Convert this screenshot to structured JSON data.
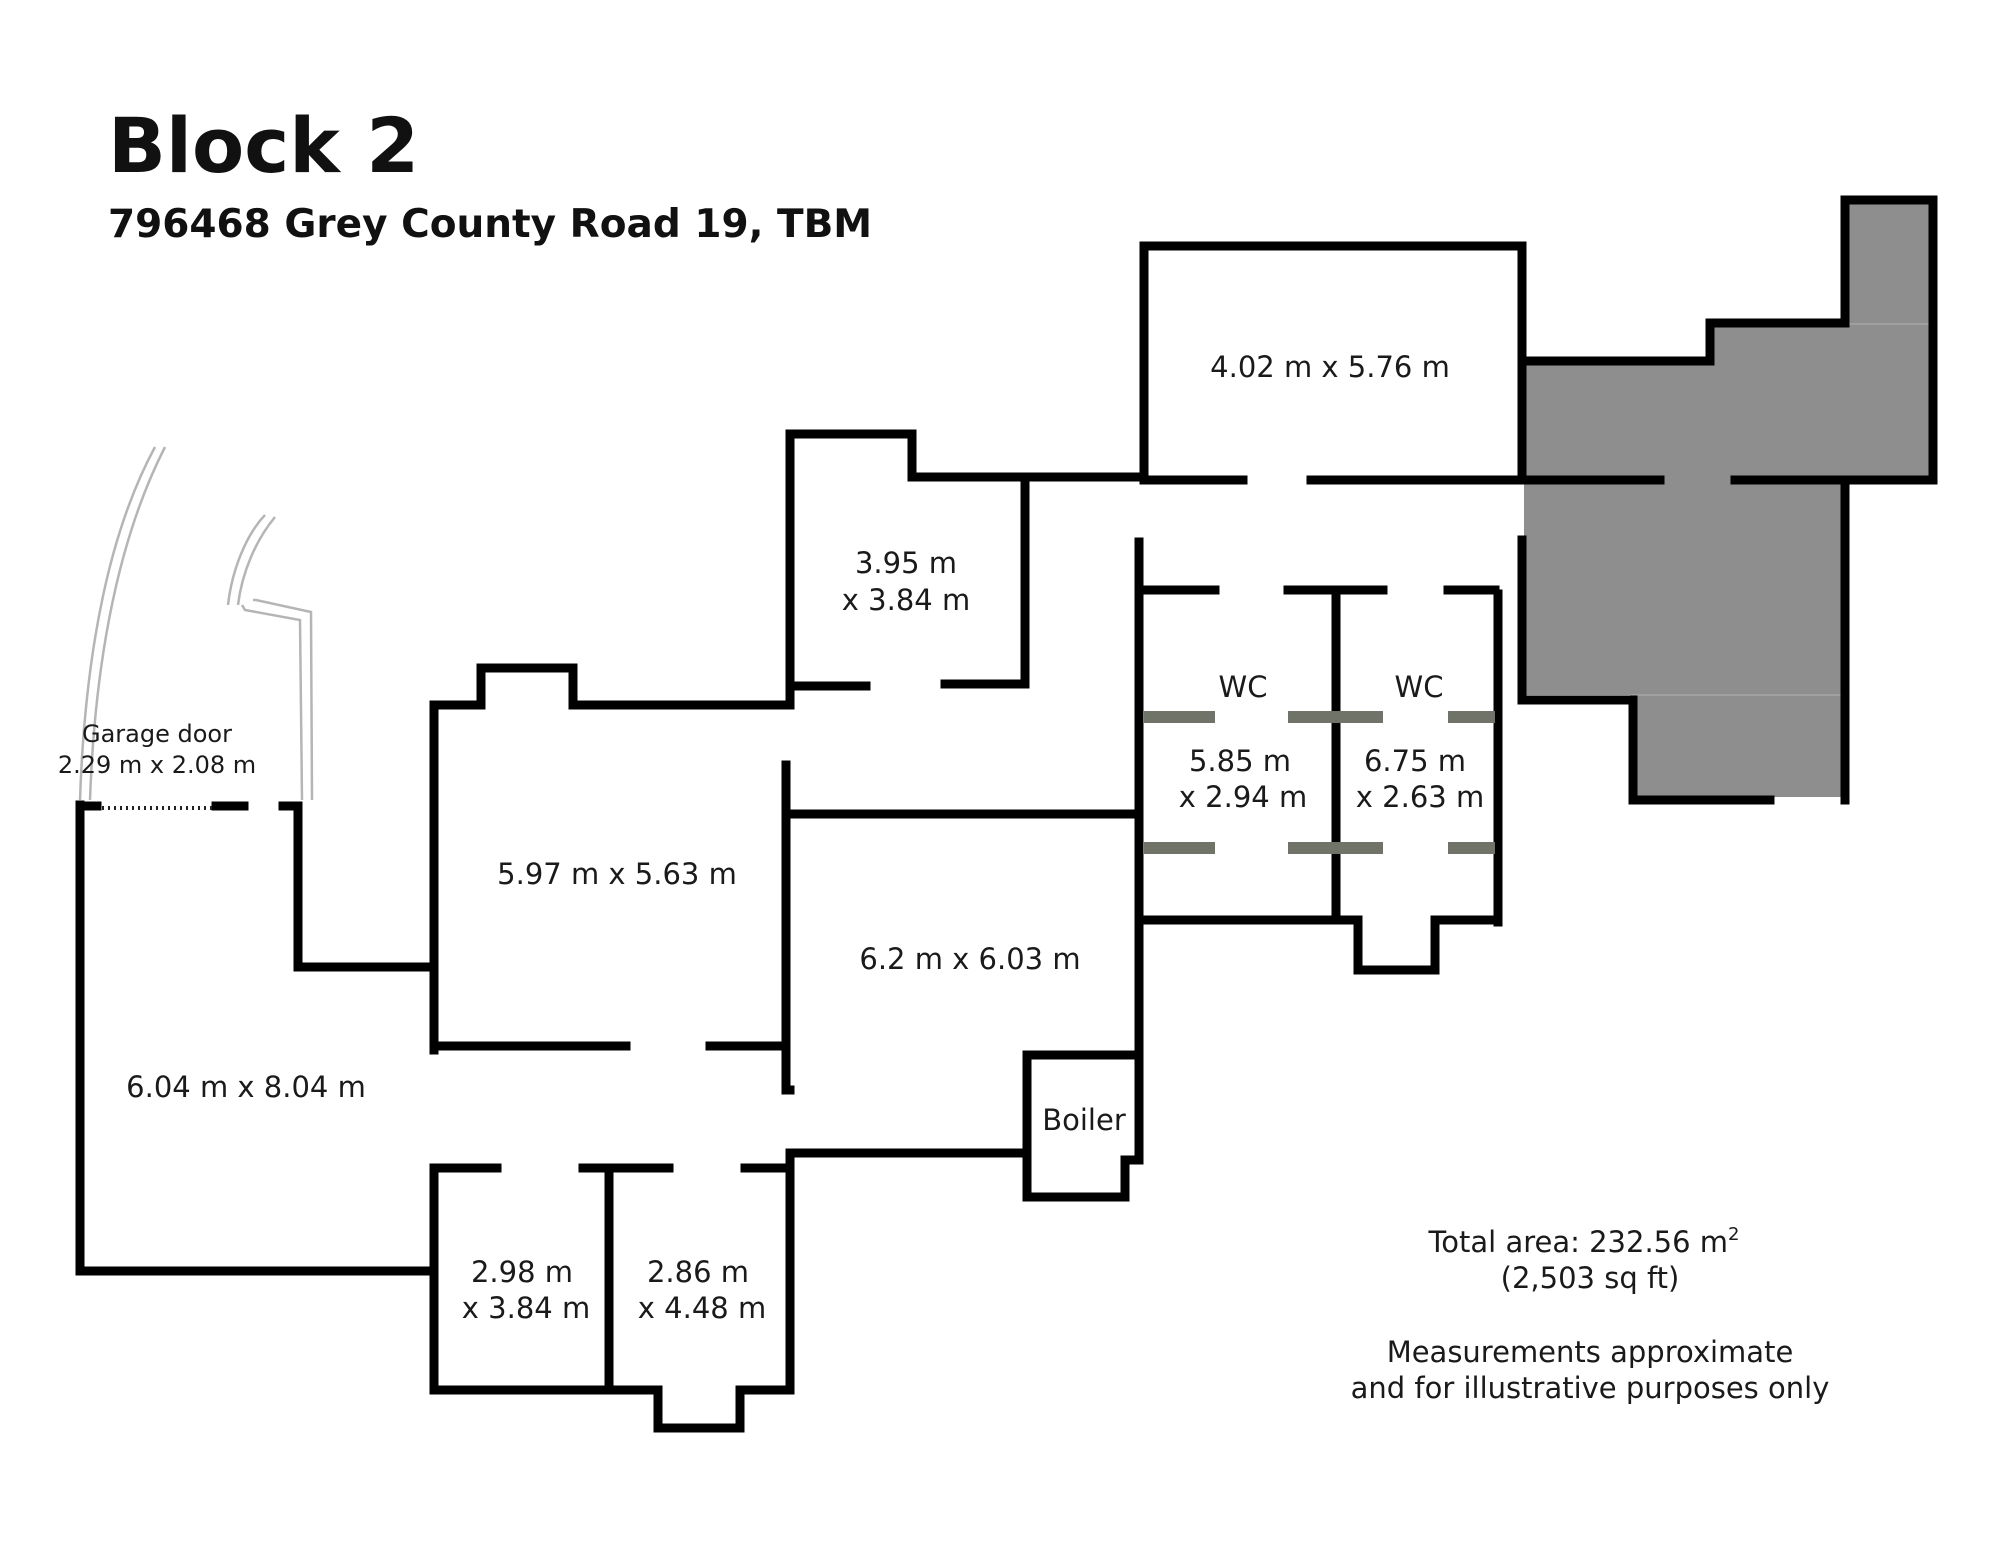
{
  "header": {
    "title": "Block 2",
    "address": "796468 Grey County Road 19, TBM"
  },
  "rooms": {
    "top_right_room": "4.02 m x 5.76 m",
    "upper_mid_room_line1": "3.95 m",
    "upper_mid_room_line2": "x 3.84 m",
    "central_room": "5.97 m x 5.63 m",
    "mid_right_room": "6.2 m x 6.03 m",
    "garage": "6.04 m x 8.04 m",
    "wc_left_title": "WC",
    "wc_left_line1": "5.85 m",
    "wc_left_line2": "x 2.94 m",
    "wc_right_title": "WC",
    "wc_right_line1": "6.75 m",
    "wc_right_line2": "x 2.63 m",
    "boiler": "Boiler",
    "bottom_left_room_line1": "2.98 m",
    "bottom_left_room_line2": "x 3.84 m",
    "bottom_right_room_line1": "2.86 m",
    "bottom_right_room_line2": "x 4.48 m"
  },
  "garage_door": {
    "label": "Garage door",
    "size": "2.29 m x 2.08 m"
  },
  "summary": {
    "total_area_prefix": "Total area: 232.56 m",
    "total_area_sup": "2",
    "total_area_sqft": "(2,503 sq ft)",
    "disclaimer_line1": "Measurements approximate",
    "disclaimer_line2": "and for illustrative purposes only"
  },
  "colors": {
    "walls": "#000000",
    "shaded_area": "#8e8e8e",
    "wc_divider": "#6f7368"
  }
}
